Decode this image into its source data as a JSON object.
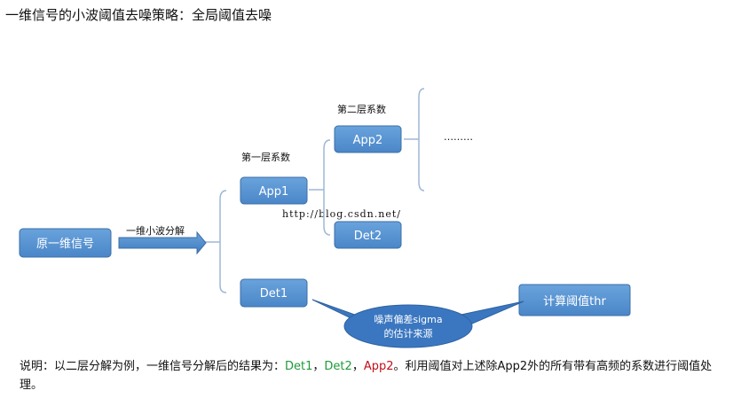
{
  "title": "一维信号的小波阈值去噪策略：全局阈值去噪",
  "nodes": {
    "source": "原一维信号",
    "app1": "App1",
    "det1": "Det1",
    "app2": "App2",
    "det2": "Det2",
    "thr": "计算阈值thr"
  },
  "labels": {
    "decompose": "一维小波分解",
    "level1": "第一层系数",
    "level2": "第二层系数",
    "more": "………",
    "callout_line1": "噪声偏差sigma",
    "callout_line2": "的估计来源",
    "watermark": "http://blog.csdn.net/"
  },
  "footer": {
    "prefix": "说明：以二层分解为例，一维信号分解后的结果为：",
    "det1": "Det1",
    "sep1": "，",
    "det2": "Det2",
    "sep2": "，",
    "app2": "App2",
    "suffix": "。利用阈值对上述除App2外的所有带有高频的系数进行阈值处理。"
  },
  "colors": {
    "box_fill": "#4f8fd0",
    "box_stroke": "#3a6fa8",
    "bracket": "#9fb7d6",
    "callout_fill": "#3b77c0",
    "highlight_green": "#1e9a3a",
    "highlight_red": "#c0101a"
  }
}
